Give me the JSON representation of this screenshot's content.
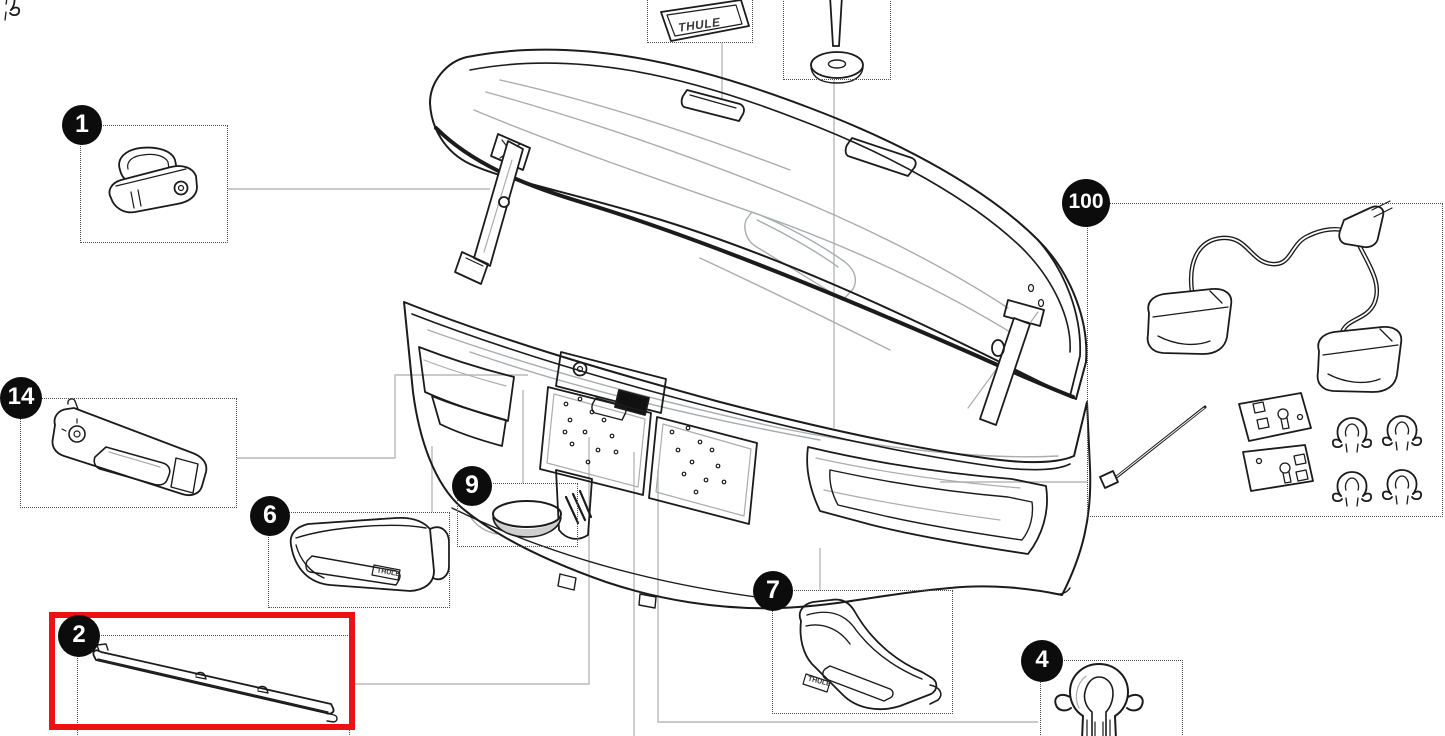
{
  "diagram": {
    "brand_label": "THULE",
    "highlighted_part": "2",
    "badges": [
      {
        "number": "1"
      },
      {
        "number": "14"
      },
      {
        "number": "100"
      },
      {
        "number": "6"
      },
      {
        "number": "9"
      },
      {
        "number": "2"
      },
      {
        "number": "7"
      },
      {
        "number": "4"
      }
    ],
    "colors": {
      "highlight": "#ee1111",
      "line": "#1b1b1b",
      "interior_line": "#a7adb0",
      "leader": "#b9b9b9",
      "badge_bg": "#0c0c0c",
      "badge_text": "#ffffff",
      "background": "#ffffff"
    }
  }
}
